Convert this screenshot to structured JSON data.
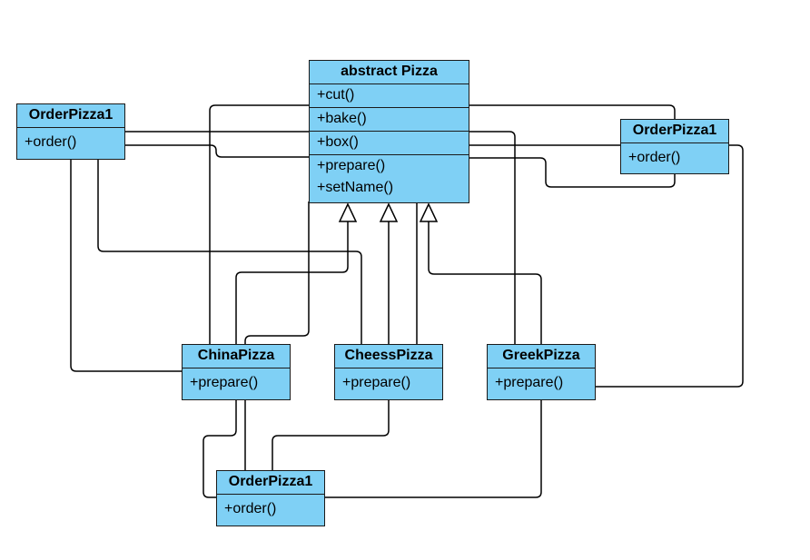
{
  "diagram": {
    "pizza": {
      "title": "abstract Pizza",
      "methods": [
        "+cut()",
        "+bake()",
        "+box()",
        "+prepare()",
        "+setName()"
      ]
    },
    "order_left": {
      "title": "OrderPizza1",
      "method": "+order()"
    },
    "order_right": {
      "title": "OrderPizza1",
      "method": "+order()"
    },
    "order_bottom": {
      "title": "OrderPizza1",
      "method": "+order()"
    },
    "china": {
      "title": "ChinaPizza",
      "method": "+prepare()"
    },
    "cheese": {
      "title": "CheessPizza",
      "method": "+prepare()"
    },
    "greek": {
      "title": "GreekPizza",
      "method": "+prepare()"
    },
    "colors": {
      "class_fill": "#7fd0f5",
      "border": "#1a1a1a",
      "line": "#000000",
      "background": "#ffffff"
    }
  }
}
